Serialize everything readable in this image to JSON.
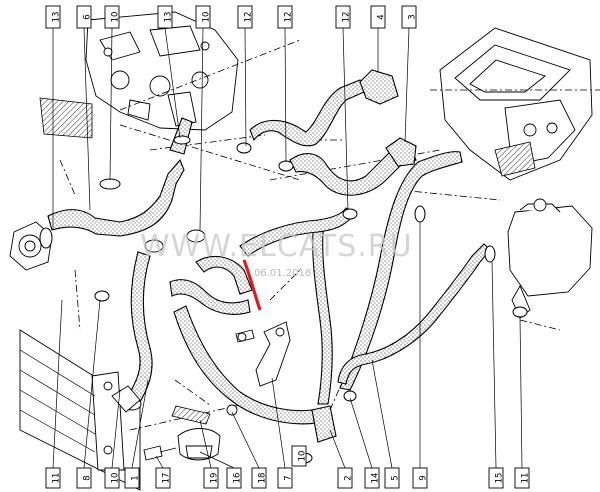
{
  "watermark": {
    "site": "WWW.ELCATS.RU",
    "date": "06.01.2016"
  },
  "callouts_top": [
    {
      "id": "t1",
      "label": "13"
    },
    {
      "id": "t2",
      "label": "6"
    },
    {
      "id": "t3",
      "label": "10"
    },
    {
      "id": "t4",
      "label": "13"
    },
    {
      "id": "t5",
      "label": "10"
    },
    {
      "id": "t6",
      "label": "12"
    },
    {
      "id": "t7",
      "label": "12"
    },
    {
      "id": "t8",
      "label": "12"
    },
    {
      "id": "t9",
      "label": "4"
    },
    {
      "id": "t10",
      "label": "3"
    }
  ],
  "callouts_bottom": [
    {
      "id": "b1",
      "label": "11"
    },
    {
      "id": "b2",
      "label": "8"
    },
    {
      "id": "b3",
      "label": "10"
    },
    {
      "id": "b4",
      "label": "1"
    },
    {
      "id": "b5",
      "label": "17"
    },
    {
      "id": "b6",
      "label": "19"
    },
    {
      "id": "b7",
      "label": "16"
    },
    {
      "id": "b8",
      "label": "18"
    },
    {
      "id": "b9",
      "label": "7"
    },
    {
      "id": "b10",
      "label": "10"
    },
    {
      "id": "b11",
      "label": "2"
    },
    {
      "id": "b12",
      "label": "14"
    },
    {
      "id": "b13",
      "label": "5"
    },
    {
      "id": "b14",
      "label": "9"
    },
    {
      "id": "b15",
      "label": "15"
    },
    {
      "id": "b16",
      "label": "11"
    }
  ],
  "colors": {
    "line": "#000000",
    "highlight": "#e8141e",
    "watermark": "#c8c8c8"
  }
}
